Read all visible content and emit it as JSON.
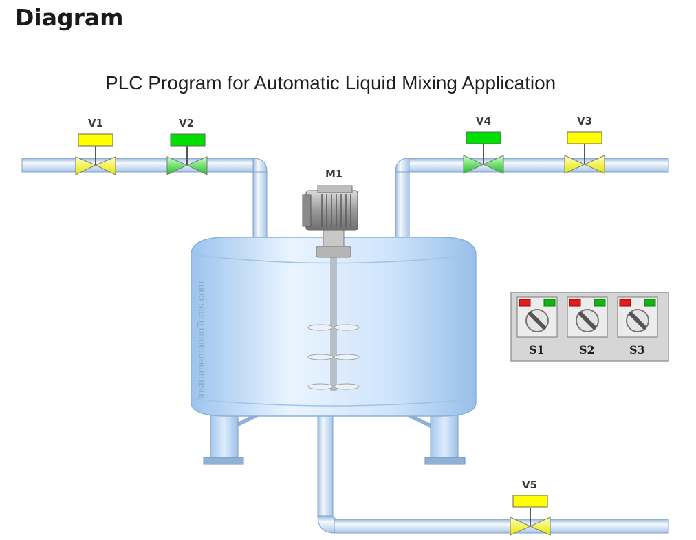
{
  "page": {
    "heading": "Diagram"
  },
  "diagram": {
    "title": "PLC Program for Automatic Liquid Mixing Application",
    "watermark": "InstrumentationTools.com",
    "motor": {
      "label": "M1"
    },
    "valves": [
      {
        "id": "v1",
        "label": "V1",
        "state": "closed",
        "color": "#ffff00"
      },
      {
        "id": "v2",
        "label": "V2",
        "state": "open",
        "color": "#00e000"
      },
      {
        "id": "v4",
        "label": "V4",
        "state": "open",
        "color": "#00e000"
      },
      {
        "id": "v3",
        "label": "V3",
        "state": "closed",
        "color": "#ffff00"
      },
      {
        "id": "v5",
        "label": "V5",
        "state": "closed",
        "color": "#ffff00"
      }
    ],
    "switches": [
      {
        "id": "s1",
        "label": "S1",
        "off_color": "#e21b1b",
        "on_color": "#12b312"
      },
      {
        "id": "s2",
        "label": "S2",
        "off_color": "#e21b1b",
        "on_color": "#12b312"
      },
      {
        "id": "s3",
        "label": "S3",
        "off_color": "#e21b1b",
        "on_color": "#12b312"
      }
    ],
    "colors": {
      "pipe": "#c5dcf6",
      "tank": "#b8d7f5",
      "open_valve": "#00e000",
      "closed_valve": "#ffff00"
    }
  }
}
